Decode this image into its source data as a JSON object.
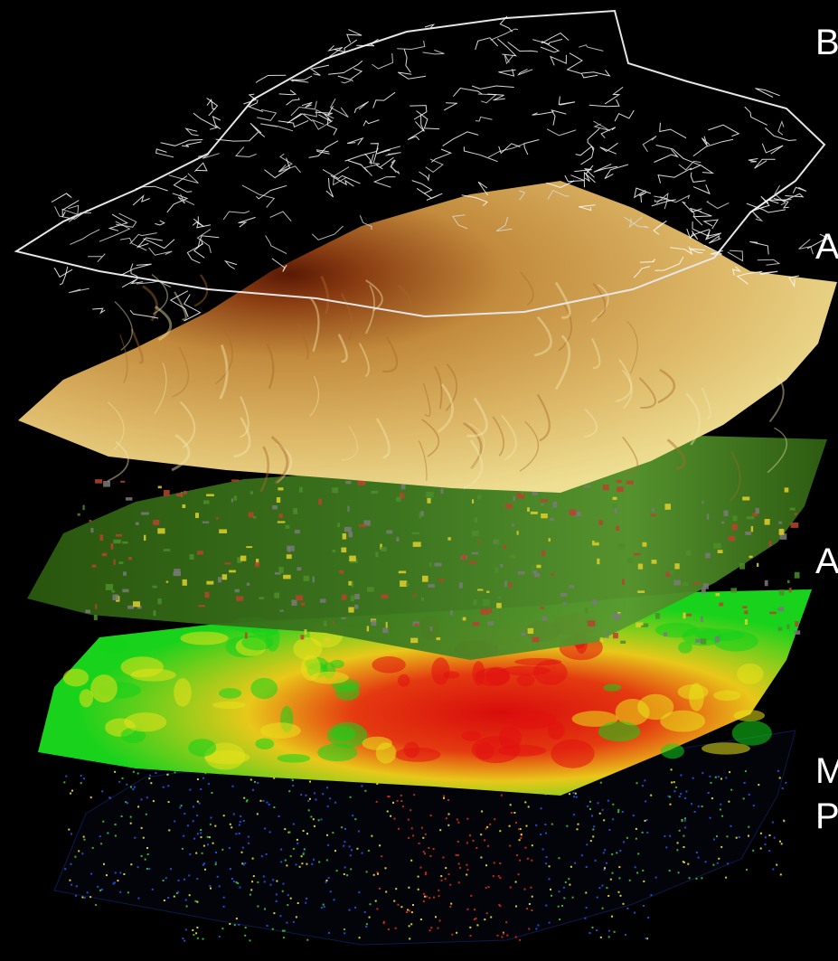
{
  "edge_labels": [
    "B",
    "A",
    "A",
    "M",
    "P"
  ],
  "layers": [
    {
      "id": "street-network",
      "colors": {
        "base": "#ffffff",
        "line": "#d8d8d8"
      }
    },
    {
      "id": "terrain-relief",
      "colors": {
        "light": "#ecdd8f",
        "mid": "#c9923f",
        "dark": "#6b2008"
      }
    },
    {
      "id": "land-use",
      "colors": {
        "base": "#2e5e10",
        "mid": "#4e8d2a",
        "accent1": "#b8432e",
        "accent2": "#e2cf2a",
        "accent3": "#7a7a7a"
      }
    },
    {
      "id": "heat-surface",
      "colors": {
        "low": "#12d21a",
        "mid": "#e8e21a",
        "high": "#e21010"
      }
    },
    {
      "id": "point-distribution",
      "colors": {
        "c1": "#1f4fd6",
        "c2": "#d8d42a",
        "c3": "#c92818",
        "c4": "#2fb83a"
      }
    }
  ]
}
